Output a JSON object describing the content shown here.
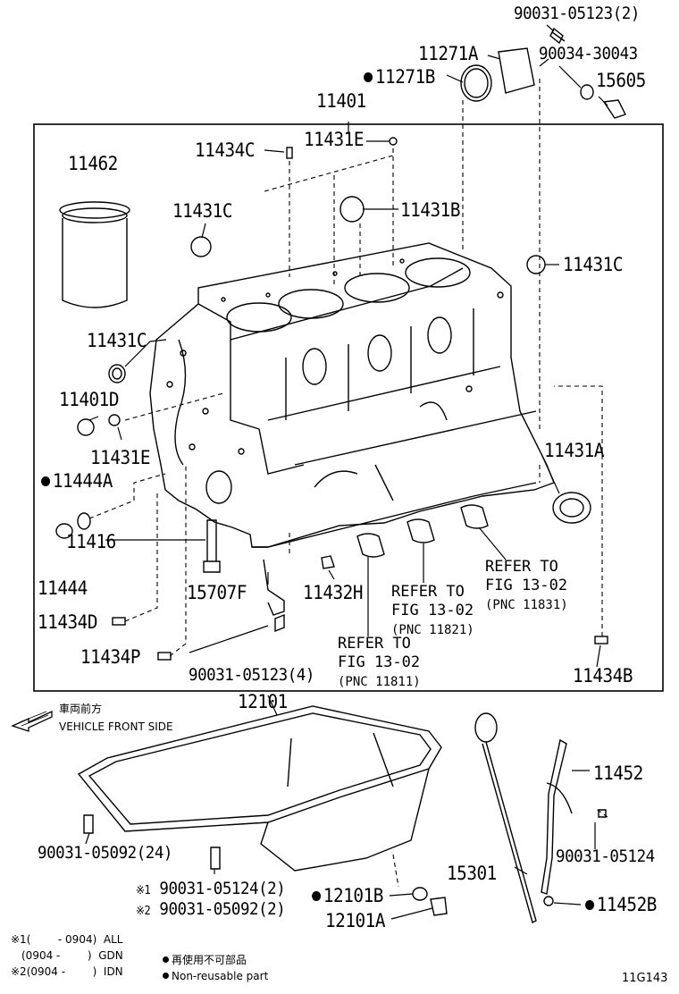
{
  "diagram_code": "11G143",
  "front_label": {
    "jp": "車両前方",
    "en": "VEHICLE FRONT SIDE"
  },
  "parts": {
    "p90031_05123_2": "90031-05123(2)",
    "p11271A": "11271A",
    "p90034_30043": "90034-30043",
    "p11271B": "11271B",
    "p15605": "15605",
    "p11401": "11401",
    "p11434C": "11434C",
    "p11431E_top": "11431E",
    "p11462": "11462",
    "p11431C_a": "11431C",
    "p11431B": "11431B",
    "p11431C_b": "11431C",
    "p11431C_c": "11431C",
    "p11401D": "11401D",
    "p11431E_mid": "11431E",
    "p11431A": "11431A",
    "p11444A": "11444A",
    "p11416": "11416",
    "p11444": "11444",
    "p15707F": "15707F",
    "p11432H": "11432H",
    "p11434D": "11434D",
    "p11434P": "11434P",
    "p90031_05123_4": "90031-05123(4)",
    "p11434B": "11434B",
    "p12101": "12101",
    "p11452": "11452",
    "p90031_05092_24": "90031-05092(24)",
    "p90031_05124": "90031-05124",
    "p15301": "15301",
    "p90031_05124_2": "90031-05124(2)",
    "p90031_05092_2": "90031-05092(2)",
    "p12101B": "12101B",
    "p11452B": "11452B",
    "p12101A": "12101A"
  },
  "marks": {
    "m1": "※1",
    "m2": "※2"
  },
  "refs": {
    "r1": {
      "l1": "REFER TO",
      "l2": "FIG 13-02",
      "l3": "(PNC 11811)"
    },
    "r2": {
      "l1": "REFER TO",
      "l2": "FIG 13-02",
      "l3": "(PNC 11821)"
    },
    "r3": {
      "l1": "REFER TO",
      "l2": "FIG 13-02",
      "l3": "(PNC 11831)"
    }
  },
  "legend": {
    "row1_mark": "※1",
    "row1_range": "(        - 0904)",
    "row1_code": "ALL",
    "row2_range": "(0904 -        )",
    "row2_code": "GDN",
    "row3_mark": "※2",
    "row3_range": "(0904 -        )",
    "row3_code": "IDN",
    "reuse_jp": "再使用不可部品",
    "reuse_en": "Non-reusable part"
  }
}
